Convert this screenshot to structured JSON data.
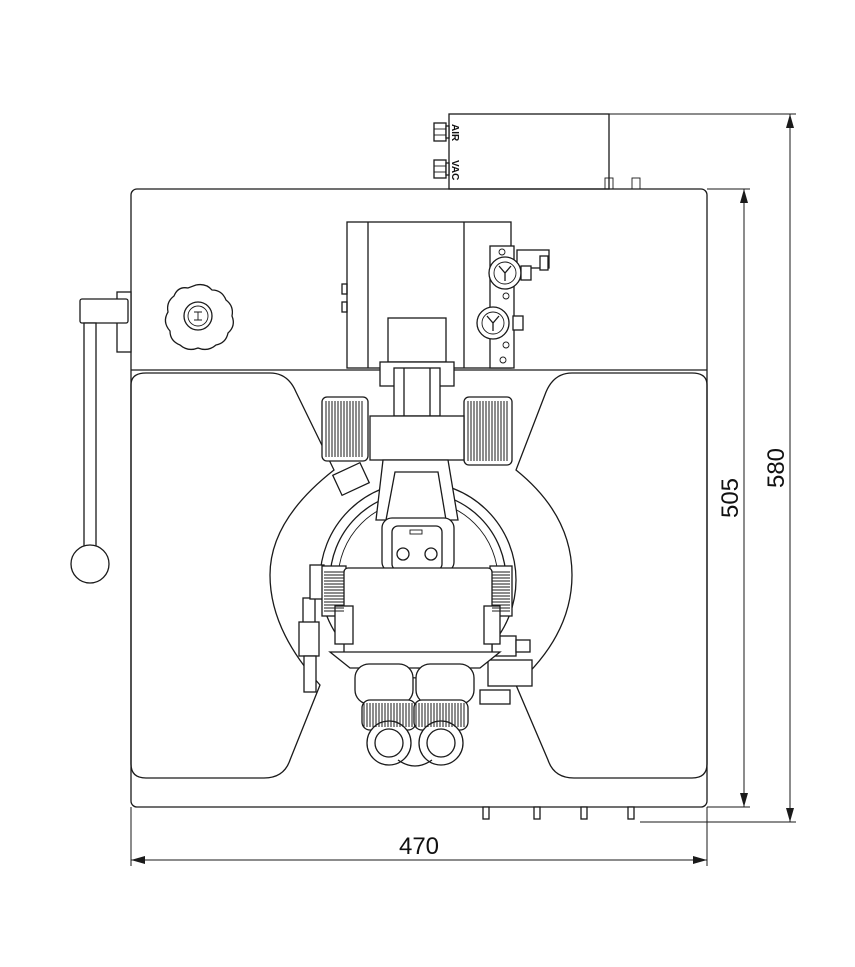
{
  "dimensions": {
    "width": "470",
    "depth": "505",
    "total_depth": "580"
  },
  "ports": {
    "air": "AIR",
    "vac": "VAC"
  },
  "colors": {
    "line": "#1a1a1a",
    "background": "#ffffff"
  }
}
